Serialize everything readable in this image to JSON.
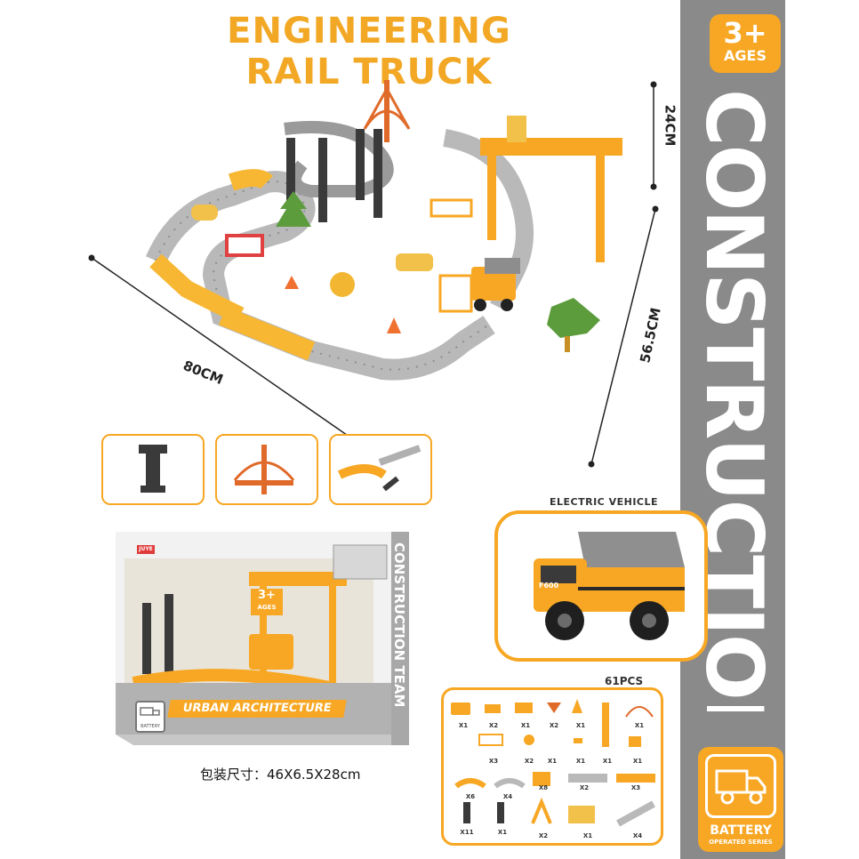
{
  "title": {
    "line1": "ENGINEERING",
    "line2": "RAIL TRUCK"
  },
  "sidebar": {
    "vertical_text": "CONSTRUCTION TEAM",
    "ages": {
      "number": "3+",
      "label": "AGES"
    },
    "battery": {
      "label": "BATTERY",
      "sublabel": "OPERATED SERIES"
    }
  },
  "dimensions": {
    "width": "80CM",
    "depth": "56.5CM",
    "height": "24CM"
  },
  "vehicle": {
    "label": "ELECTRIC VEHICLE",
    "model_text": "F600"
  },
  "parts": {
    "total_label": "61PCS",
    "counts": [
      "X1",
      "X2",
      "X1",
      "X2",
      "X1",
      "X1",
      "X3",
      "X2",
      "X1",
      "X1",
      "X1",
      "X1",
      "X6",
      "X4",
      "X8",
      "X2",
      "X3",
      "X11",
      "X1",
      "X2",
      "X1",
      "X4"
    ]
  },
  "box": {
    "brand": "JUYE",
    "series": "URBAN ARCHITECTURE",
    "side_text": "CONSTRUCTION TEAM",
    "ages": "3+",
    "ages_label": "AGES",
    "battery": "BATTERY"
  },
  "package_size": "包装尺寸：46X6.5X28cm",
  "colors": {
    "accent": "#f7a723",
    "title": "#f2a825",
    "sidebar": "#8a8a8a",
    "track_gray": "#b9b9b9"
  }
}
